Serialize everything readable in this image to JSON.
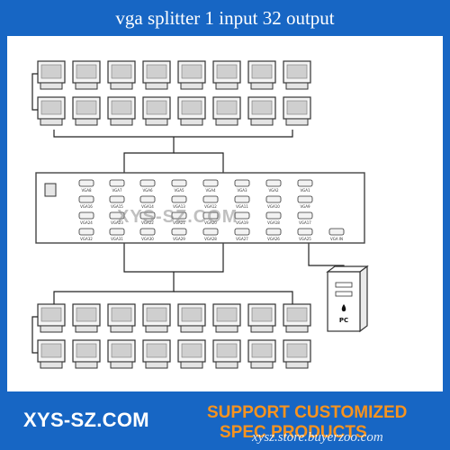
{
  "title": "vga splitter 1 input 32 output",
  "brand": "XYS-SZ.COM",
  "support_line1": "SUPPORT CUSTOMIZED",
  "support_line2": "SPEC PRODUCTS",
  "watermark_center": "XYS-SZ.COM",
  "watermark_store": "xysz.store.buyerzoo.com",
  "pc_label": "PC",
  "device": {
    "ports_row1": [
      "VGA8",
      "VGA7",
      "VGA6",
      "VGA5",
      "VGA4",
      "VGA3",
      "VGA2",
      "VGA1"
    ],
    "ports_row2": [
      "VGA16",
      "VGA15",
      "VGA14",
      "VGA13",
      "VGA12",
      "VGA11",
      "VGA10",
      "VGA9"
    ],
    "ports_row3": [
      "VGA24",
      "VGA23",
      "VGA22",
      "VGA21",
      "VGA20",
      "VGA19",
      "VGA18",
      "VGA17"
    ],
    "ports_row4": [
      "VGA32",
      "VGA31",
      "VGA30",
      "VGA29",
      "VGA28",
      "VGA27",
      "VGA26",
      "VGA25"
    ],
    "input_label": "VGA IN"
  },
  "colors": {
    "background": "#1766c4",
    "accent": "#f7931e",
    "panel": "#ffffff"
  }
}
